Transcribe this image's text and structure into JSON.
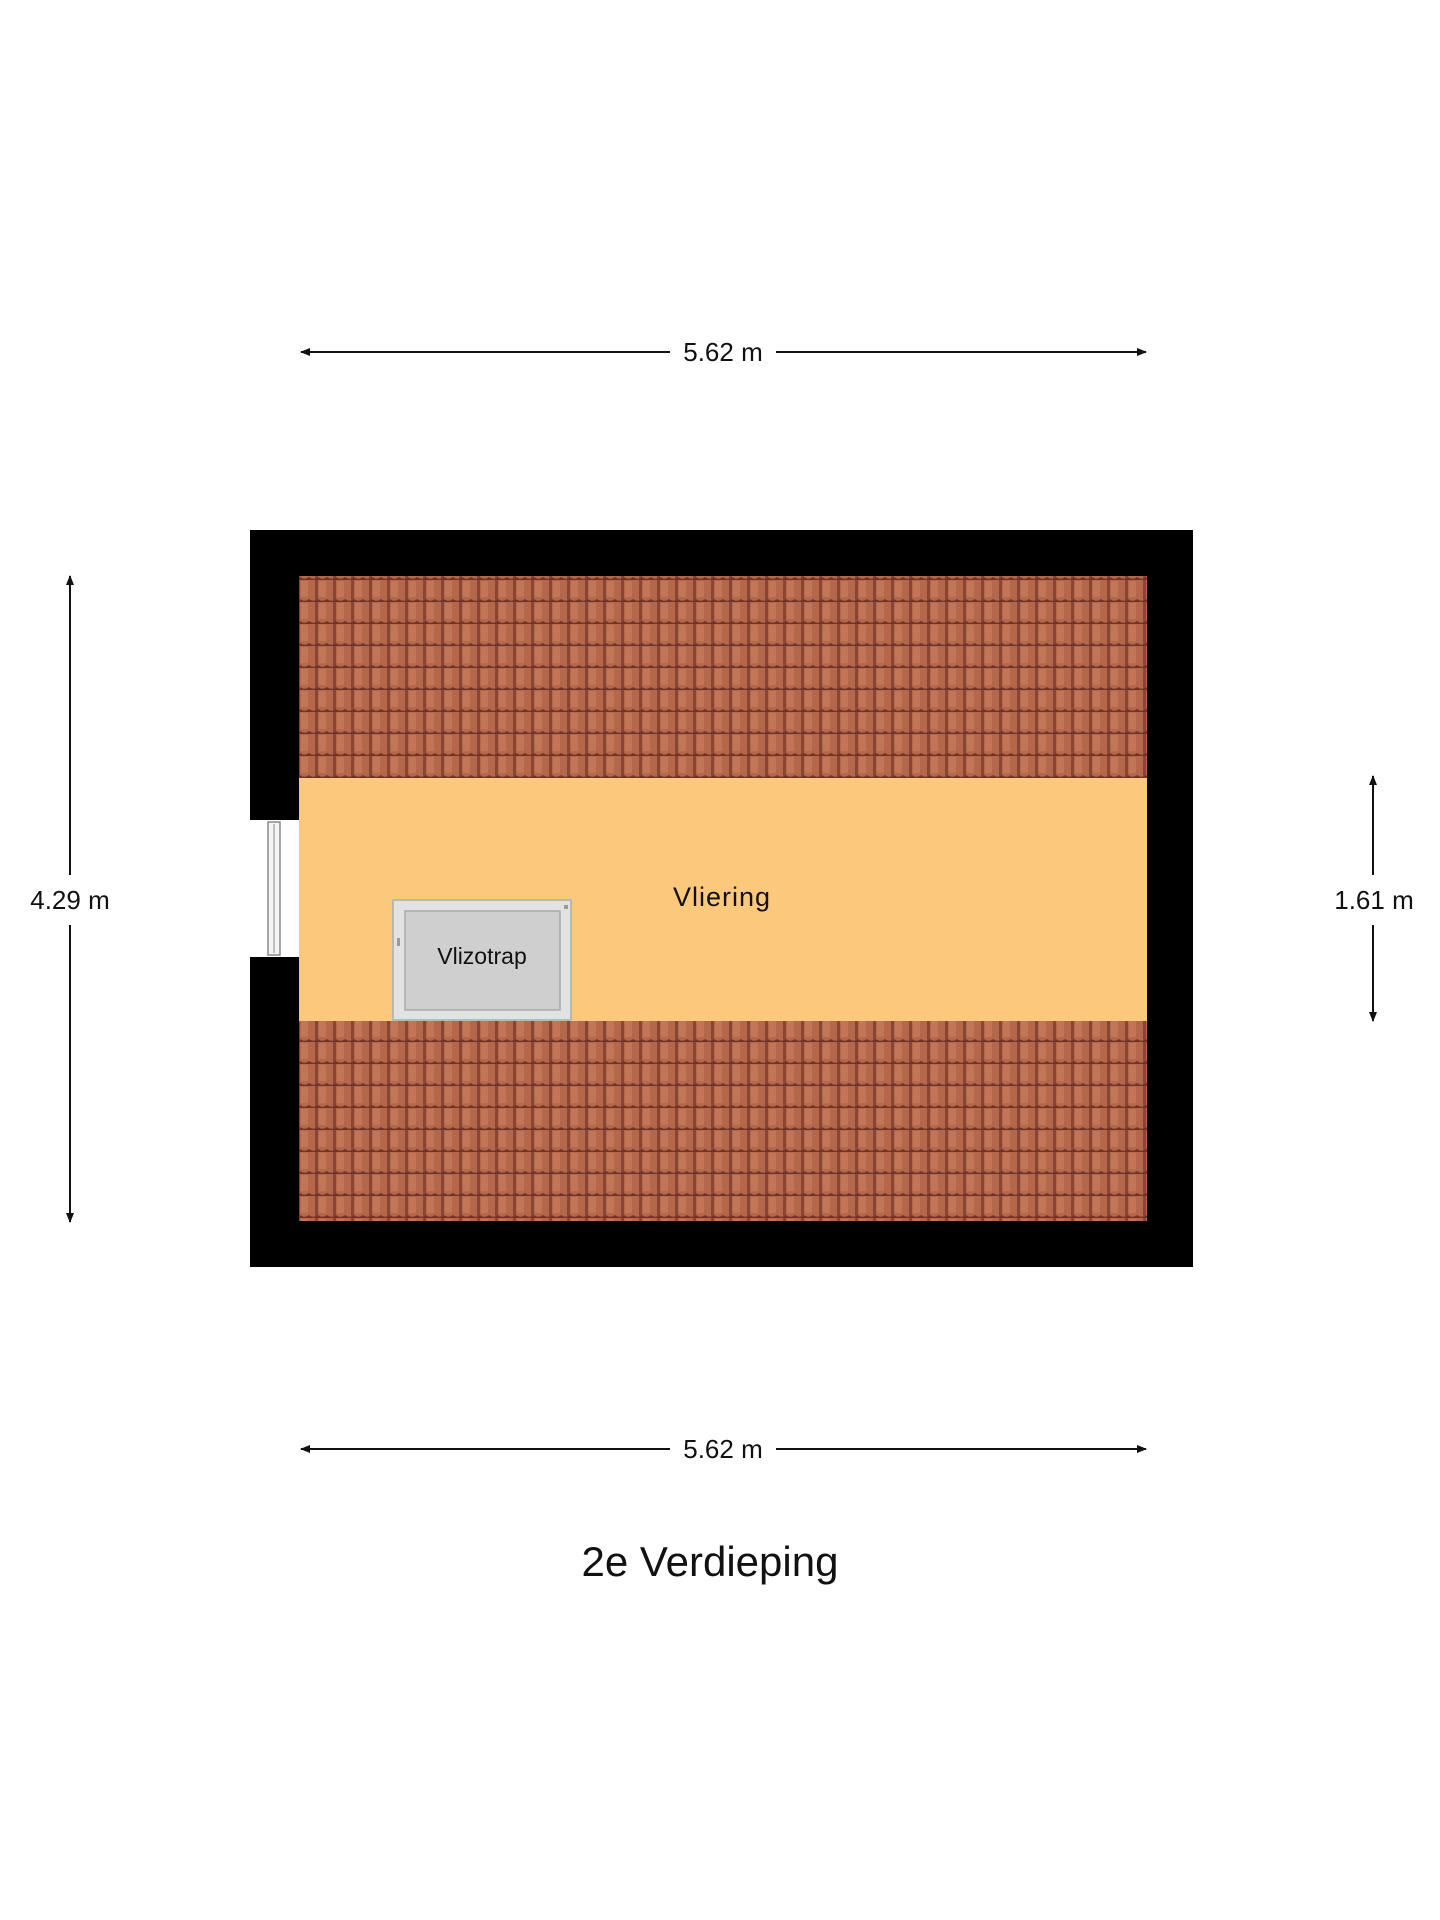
{
  "floor_title": "2e Verdieping",
  "dimensions": {
    "top_width": "5.62 m",
    "bottom_width": "5.62 m",
    "left_height": "4.29 m",
    "right_height": "1.61 m"
  },
  "rooms": {
    "main": "Vliering",
    "stair": "Vlizotrap"
  },
  "colors": {
    "wall": "#000000",
    "floor": "#fbc87c",
    "roof_tile": "#b5674b",
    "roof_tile_shadow": "#6e3527",
    "stair_frame": "#d9d9d9",
    "stair_inner": "#cfcfcf"
  }
}
